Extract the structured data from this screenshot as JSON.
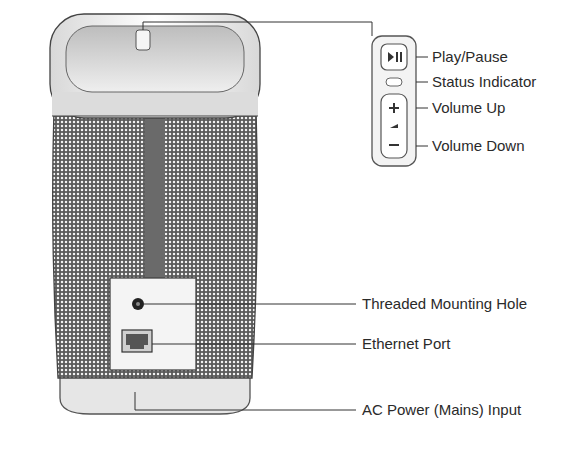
{
  "diagram": {
    "labels": [
      "Play/Pause",
      "Status Indicator",
      "Volume Up",
      "Volume Down",
      "Threaded Mounting Hole",
      "Ethernet Port",
      "AC Power (Mains) Input"
    ]
  }
}
